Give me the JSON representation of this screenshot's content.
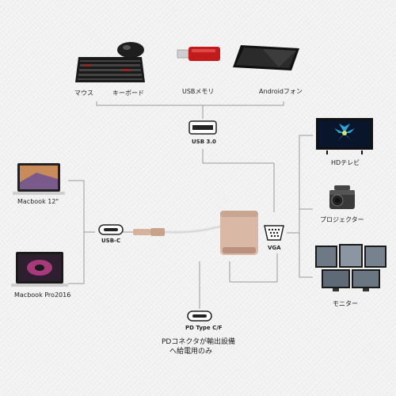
{
  "devices": {
    "mouse_label": "マウス",
    "keyboard_label": "キーボード",
    "usb_memory_label": "USBメモリ",
    "android_label": "Androidフォン",
    "macbook12_label": "Macbook 12\"",
    "macbook_pro_label": "Macbook Pro2016",
    "hdtv_label": "HDテレビ",
    "projector_label": "プロジェクター",
    "monitor_label": "モニター"
  },
  "ports": {
    "usb3_label": "USB 3.0",
    "usbc_label": "USB-C",
    "vga_label": "VGA",
    "pd_label": "PD Type C/F"
  },
  "notes": {
    "pd_note_line1": "PDコネクタが輸出設備",
    "pd_note_line2": "へ給電用のみ"
  },
  "colors": {
    "line": "#9a9a9a",
    "adapter": "#d9b8a6",
    "adapter_dark": "#b9917e",
    "cable": "#eeeeee"
  }
}
